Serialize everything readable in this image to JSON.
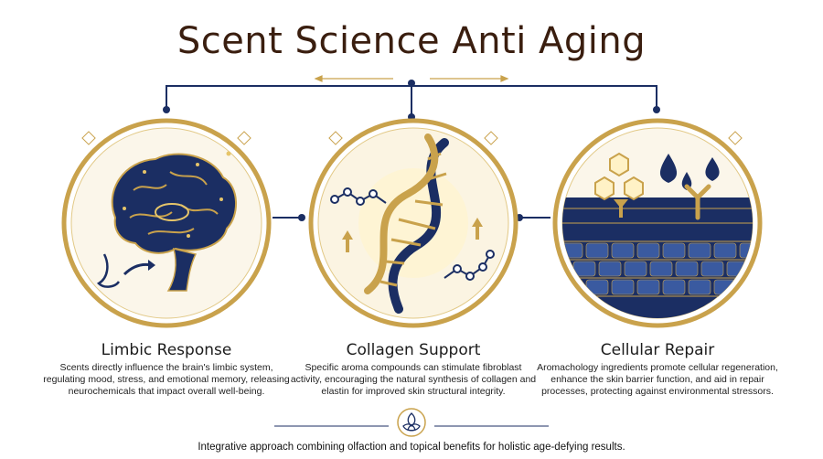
{
  "title": "Scent Science Anti Aging",
  "panels": [
    {
      "id": "limbic",
      "heading": "Limbic Response",
      "body": "Scents directly influence the brain's limbic system, regulating mood, stress, and emotional memory, releasing neurochemicals that impact overall well-being.",
      "icon": "brain-nose-icon"
    },
    {
      "id": "collagen",
      "heading": "Collagen Support",
      "body": "Specific aroma compounds can stimulate fibroblast activity, encouraging the natural synthesis of collagen and elastin for improved skin structural integrity.",
      "icon": "dna-helix-icon"
    },
    {
      "id": "cellular",
      "heading": "Cellular Repair",
      "body": "Aromachology ingredients promote cellular regeneration, enhance the skin barrier function, and aid in repair processes, protecting against environmental stressors.",
      "icon": "skin-cells-icon"
    }
  ],
  "footer": "Integrative approach combining olfaction and topical benefits for holistic age-defying results.",
  "colors": {
    "navy": "#1b2e63",
    "gold": "#c9a24c",
    "title_brown": "#3a1e0f"
  }
}
